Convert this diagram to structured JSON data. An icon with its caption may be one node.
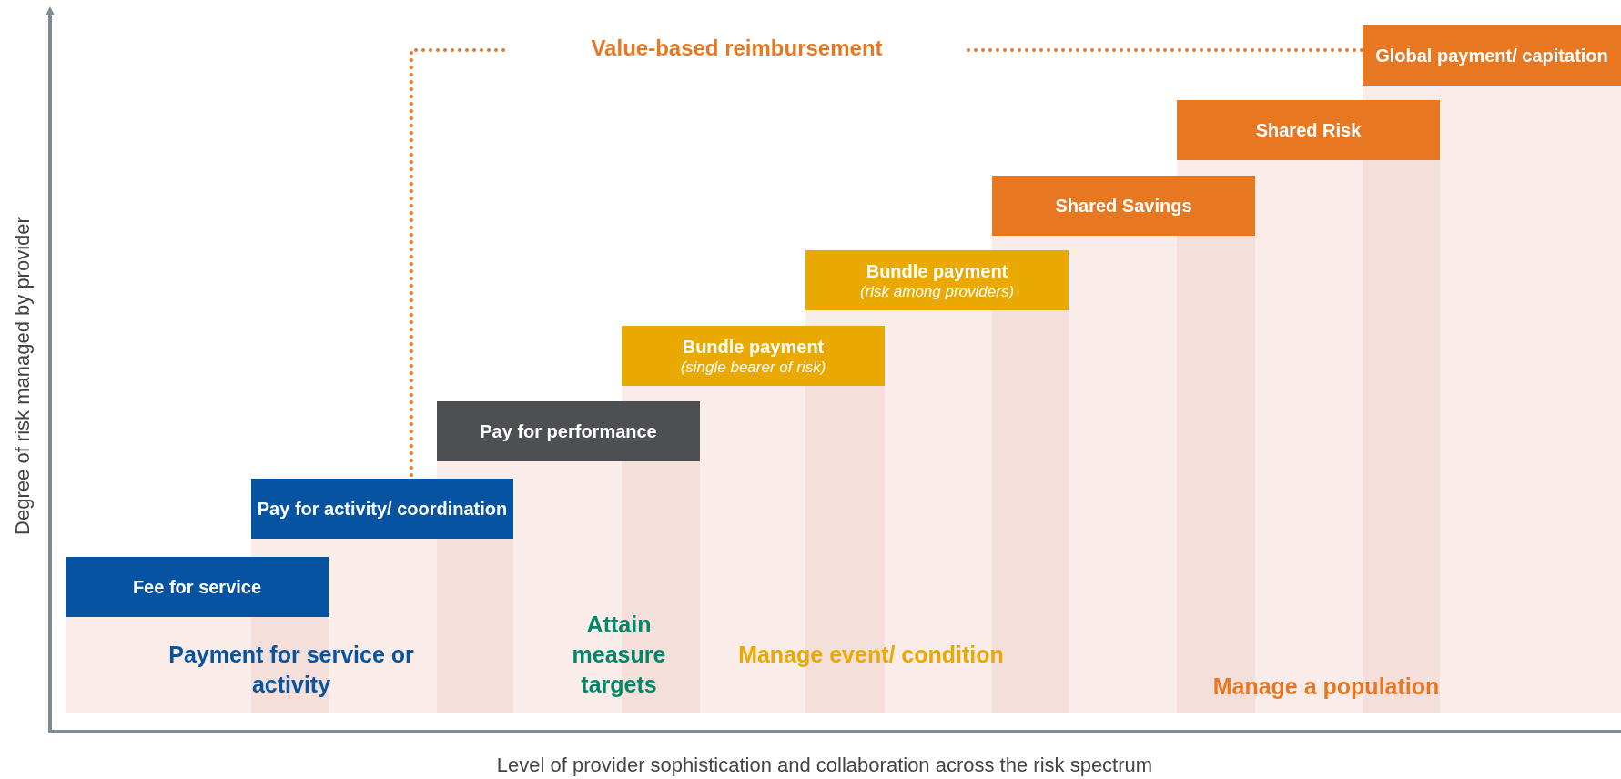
{
  "diagram": {
    "nodes": [
      {
        "text": [
          "Fee for service"
        ]
      },
      {
        "text": [
          "Pay for activity/ coordination"
        ]
      },
      {
        "text": [
          "Pay for performance"
        ]
      },
      {
        "text": [
          "Bundle payment",
          "(single bearer of risk)"
        ]
      },
      {
        "text": [
          "Bundle payment",
          "(risk among providers)"
        ]
      },
      {
        "text": [
          "Shared Savings"
        ]
      },
      {
        "text": [
          "Shared Risk"
        ]
      },
      {
        "text": [
          "Global payment/ capitation"
        ]
      }
    ],
    "labels": [
      "Value-based reimbursement",
      "Payment for service or activity",
      "Attain measure targets",
      "Manage event/ condition",
      "Manage a population",
      "Degree of risk managed by provider",
      "Level of provider sophistication and collaboration across the risk spectrum"
    ]
  }
}
